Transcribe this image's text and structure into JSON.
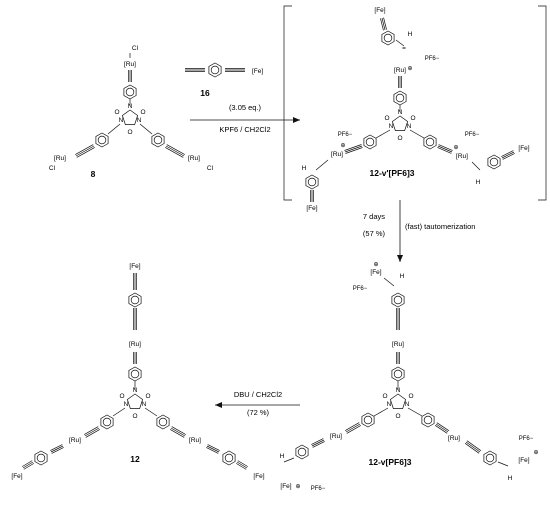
{
  "labels": {
    "compound_8": "8",
    "compound_16": "16",
    "compound_12": "12",
    "cation_vprime": "12-v'[PF6]3",
    "cation_v": "12-v[PF6]3",
    "fe": "[Fe]",
    "ru": "[Ru]",
    "cl": "Cl",
    "pf6": "PF6−",
    "plus": "⊕",
    "h": "H",
    "n": "N",
    "o": "O"
  },
  "conditions": {
    "step1_amount": "(3.05 eq.)",
    "step1_reagents": "KPF6 / CH2Cl2",
    "step2_time": "7 days",
    "step2_yield": "(57 %)",
    "step2_note": "(fast) tautomerization",
    "step3_reagents": "DBU / CH2Cl2",
    "step3_yield": "(72 %)"
  }
}
